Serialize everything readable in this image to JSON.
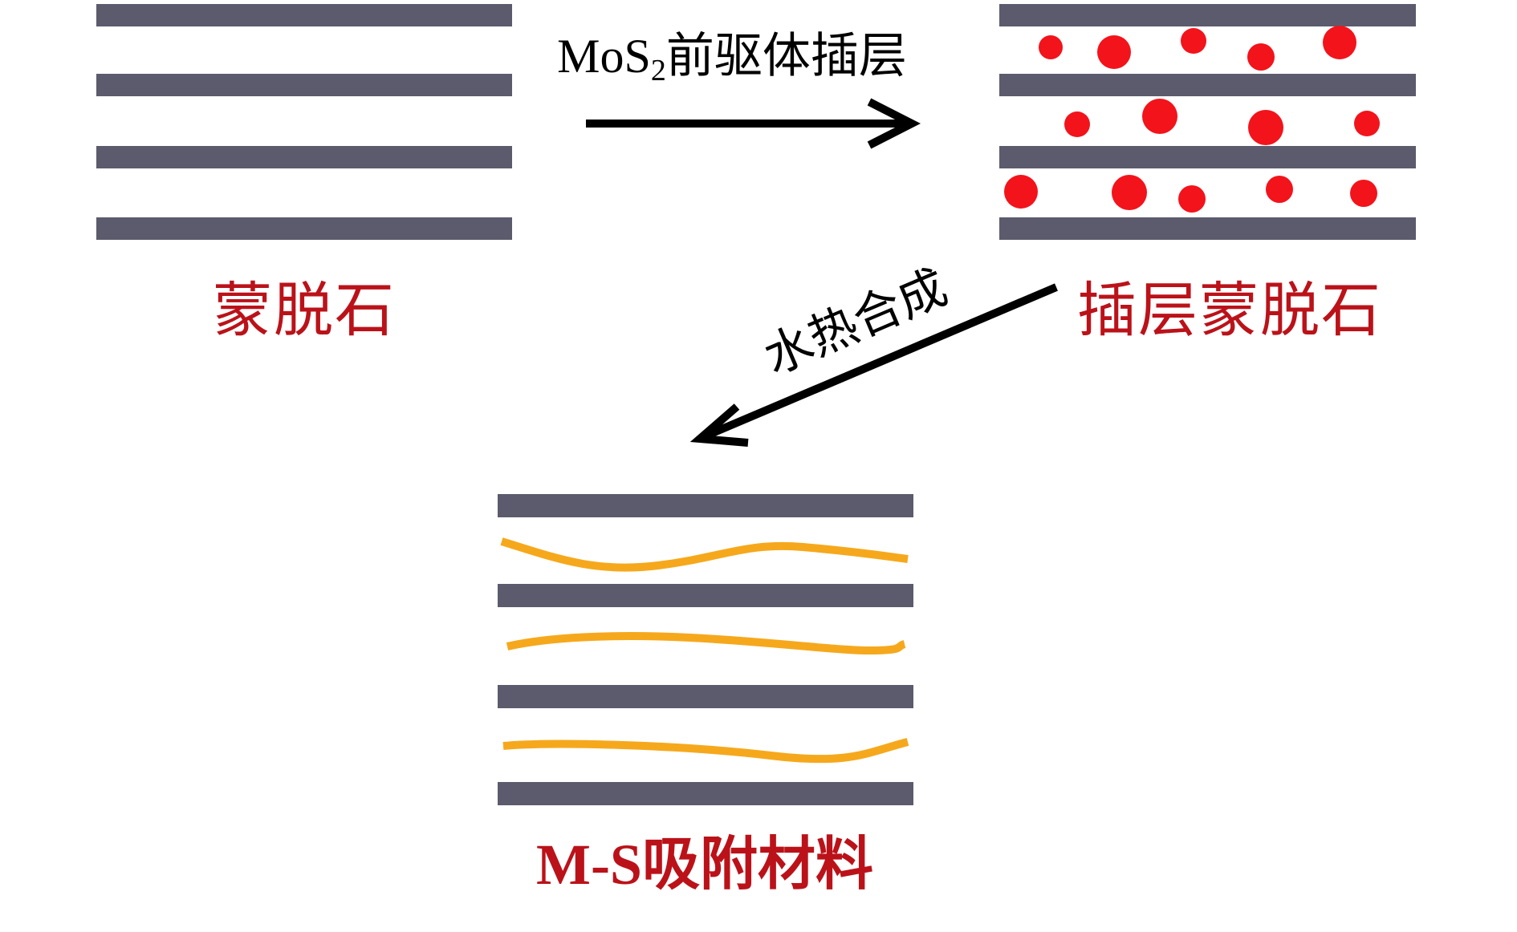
{
  "diagram": {
    "colors": {
      "clay_layer": "#5c5b6d",
      "precursor": "#f3131b",
      "mos2_sheet": "#f6a81c",
      "label": "#bb1219",
      "arrow": "#000000"
    },
    "stages": {
      "montmorillonite": {
        "label": "蒙脱石"
      },
      "intercalated": {
        "label": "插层蒙脱石"
      },
      "product": {
        "label": "M-S吸附材料"
      }
    },
    "steps": {
      "intercalation": {
        "formula": "MoS",
        "subscript": "2",
        "text": "前驱体插层"
      },
      "hydrothermal": {
        "text": "水热合成"
      }
    }
  }
}
